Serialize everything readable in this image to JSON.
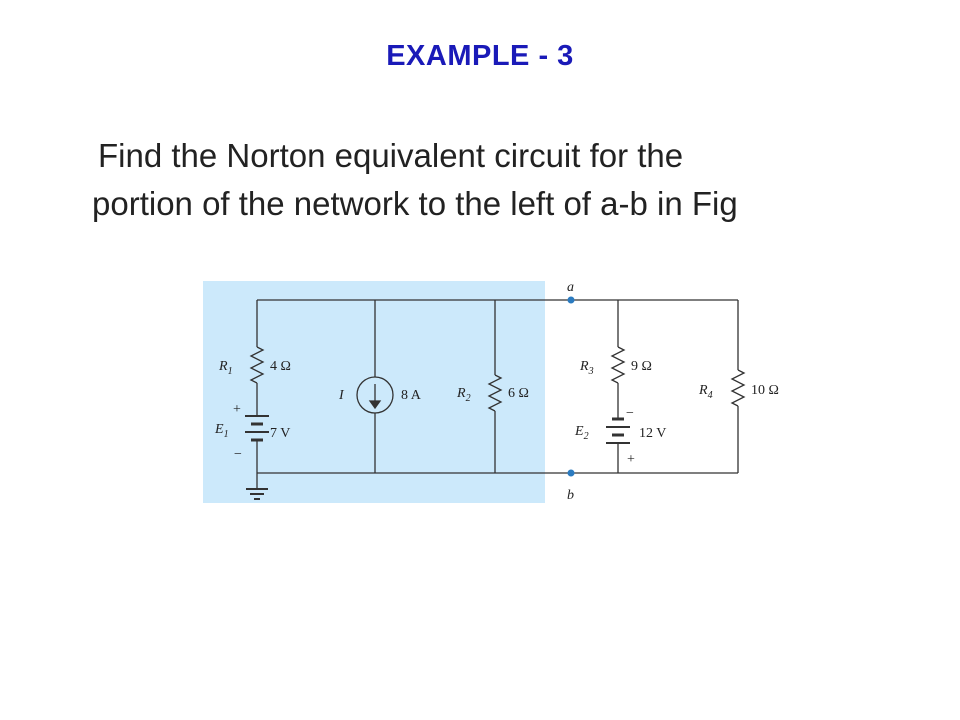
{
  "slide": {
    "title": "EXAMPLE - 3",
    "problem_line1": "Find the Norton equivalent circuit for the",
    "problem_line2": "portion of the network to the left of a-b in Fig"
  },
  "figure": {
    "highlight_color": "#cce9fb",
    "terminal_color": "#2b7bc0",
    "terminal_a": "a",
    "terminal_b": "b",
    "R1": {
      "name": "R",
      "sub": "1",
      "value": "4 Ω"
    },
    "E1": {
      "name": "E",
      "sub": "1",
      "value": "7 V",
      "plus": "+",
      "minus": "−"
    },
    "I": {
      "name": "I",
      "value": "8 A"
    },
    "R2": {
      "name": "R",
      "sub": "2",
      "value": "6 Ω"
    },
    "R3": {
      "name": "R",
      "sub": "3",
      "value": "9 Ω"
    },
    "E2": {
      "name": "E",
      "sub": "2",
      "value": "12 V",
      "plus": "+",
      "minus": "−"
    },
    "R4": {
      "name": "R",
      "sub": "4",
      "value": "10 Ω"
    },
    "icons": [
      "resistor-icon",
      "battery-icon",
      "current-source-icon",
      "ground-icon"
    ]
  }
}
